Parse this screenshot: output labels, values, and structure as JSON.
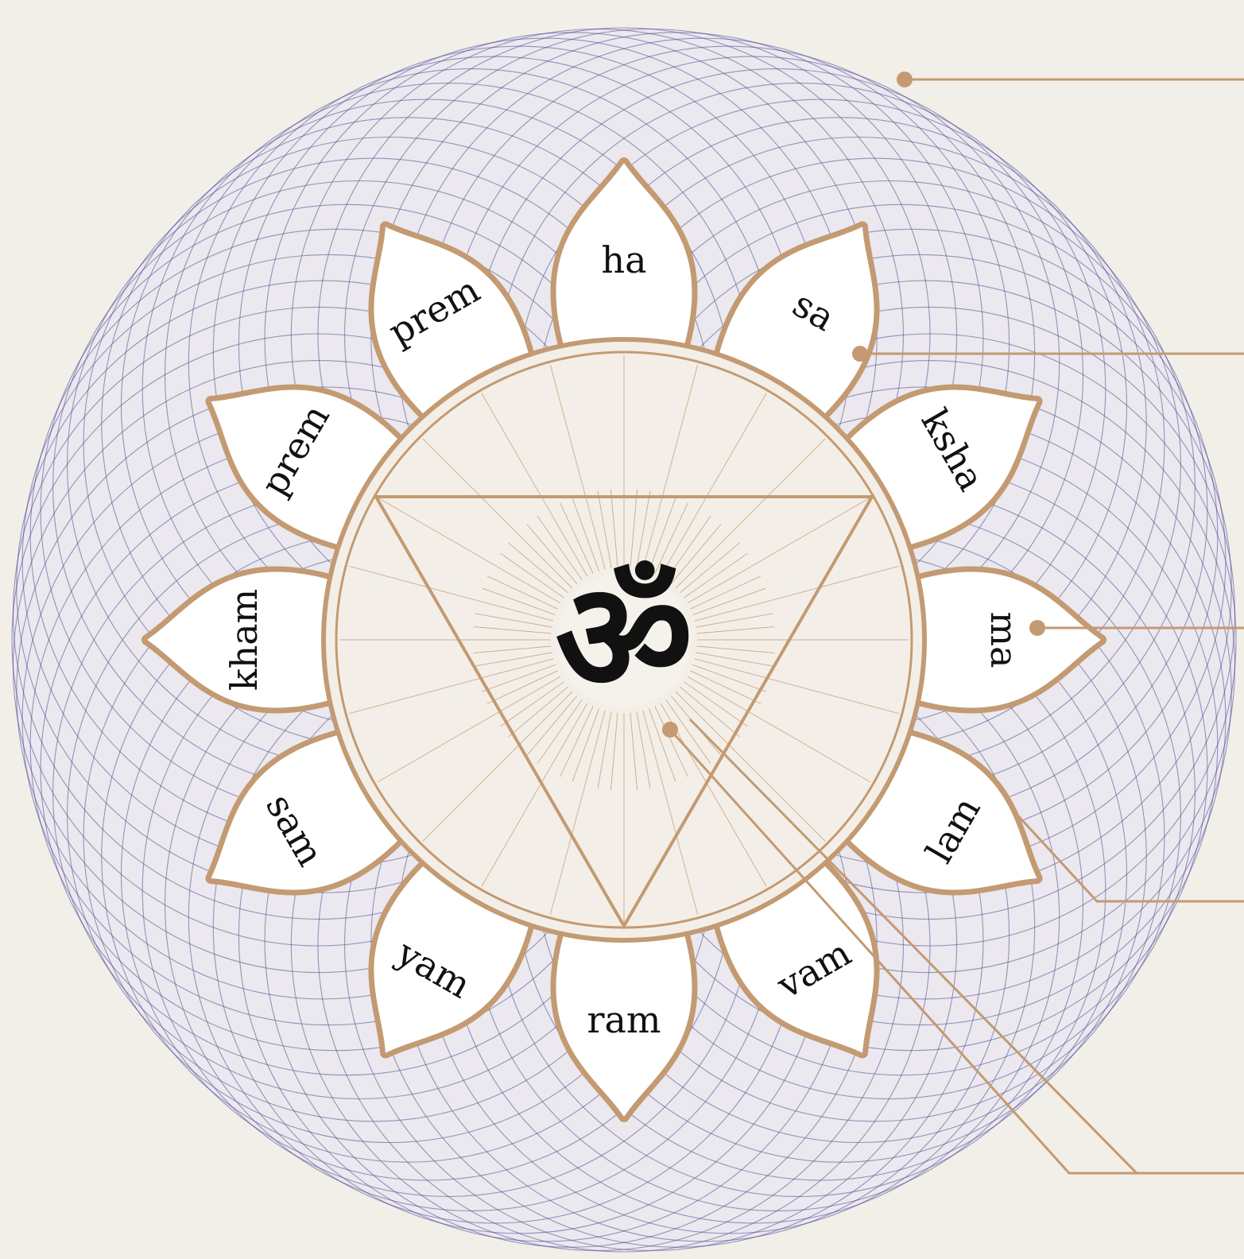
{
  "colors": {
    "background": "#f2efe9",
    "spirograph": "#4a4b8c",
    "gold": "#c39a72",
    "petal_fill": "#ffffff",
    "inner_disc": "#f3efe8",
    "text": "#111111"
  },
  "center_symbol": {
    "text": "ॐ",
    "icon": "om-symbol-icon"
  },
  "petals": [
    {
      "label": "ha"
    },
    {
      "label": "sa"
    },
    {
      "label": "ksha"
    },
    {
      "label": "ma"
    },
    {
      "label": "lam"
    },
    {
      "label": "vam"
    },
    {
      "label": "ram"
    },
    {
      "label": "yam"
    },
    {
      "label": "sam"
    },
    {
      "label": "kham"
    },
    {
      "label": "prem"
    },
    {
      "label": "prem"
    }
  ]
}
